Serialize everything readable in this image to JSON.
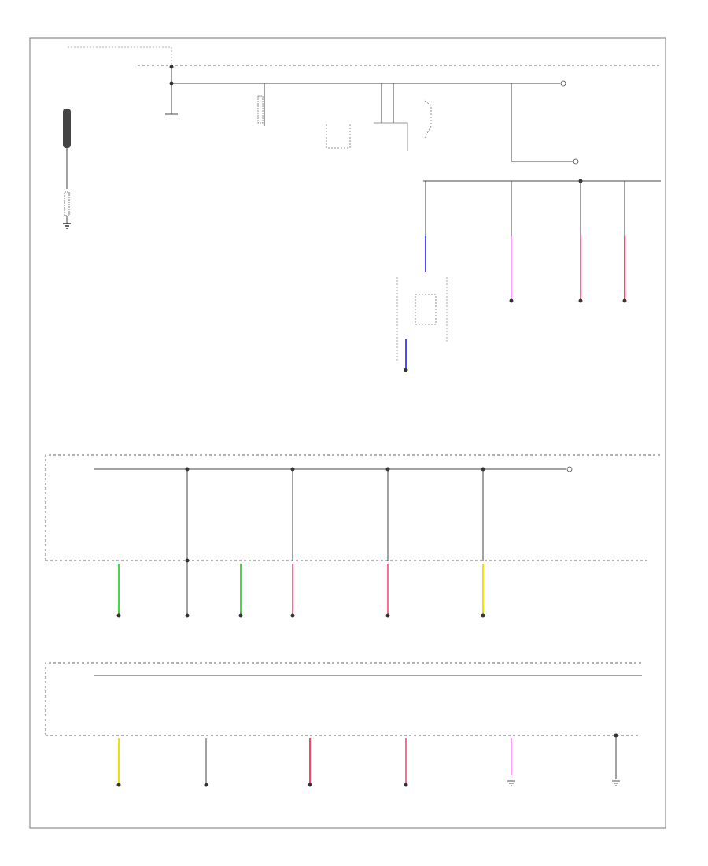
{
  "diagram": {
    "footer_code": "",
    "colors": {
      "frame": "#777777",
      "line": "#444444",
      "blue": "#4a4aff",
      "pink_light": "#ff9cff",
      "pink": "#ff6e8e",
      "red": "#ff4466",
      "green": "#3fdc3f",
      "yellow": "#e6e600",
      "dark": "#333333"
    },
    "wire_colors": [
      "blue",
      "pink_light",
      "pink",
      "red",
      "green",
      "yellow",
      "dark"
    ]
  }
}
